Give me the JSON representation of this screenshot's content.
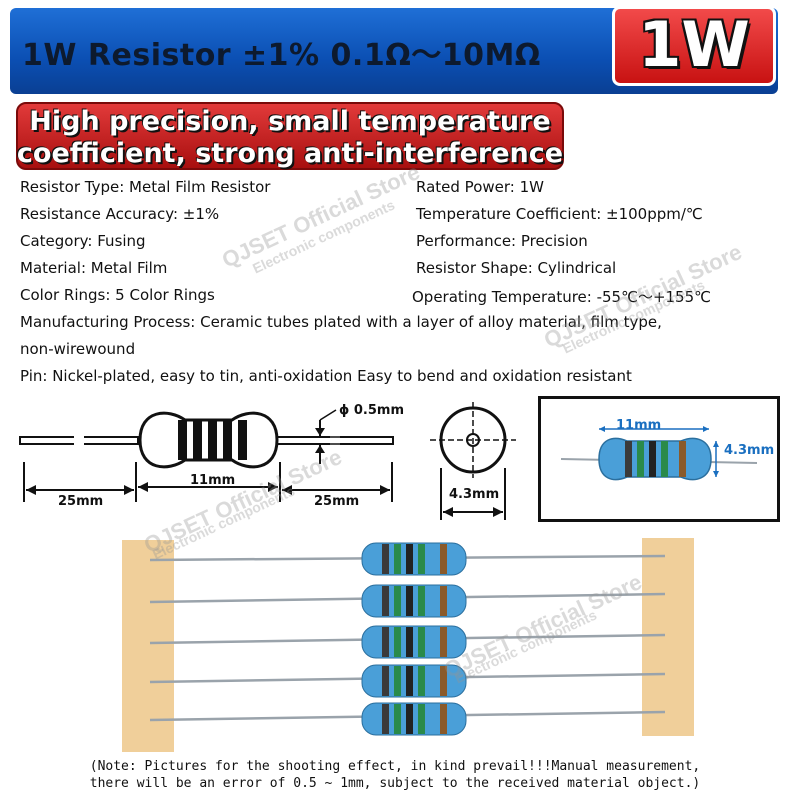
{
  "header": {
    "title": "1W Resistor ±1% 0.1Ω～10MΩ",
    "badge": "1W"
  },
  "feature": {
    "line1": "High precision, small temperature",
    "line2": "coefficient, strong anti-interference"
  },
  "specs": {
    "resistor_type": "Resistor Type: Metal Film Resistor",
    "rated_power": "Rated Power: 1W",
    "accuracy": "Resistance Accuracy: ±1%",
    "temp_coeff": "Temperature Coefficient: ±100ppm/℃",
    "category": "Category: Fusing",
    "performance": "Performance: Precision",
    "material": "Material: Metal Film",
    "shape": "Resistor Shape: Cylindrical",
    "color_rings": "Color Rings: 5 Color Rings",
    "operating_temp": "Operating Temperature: -55℃～+155℃",
    "process_line1": "Manufacturing Process: Ceramic tubes plated with a layer of alloy material, film type,",
    "process_line2": "non-wirewound",
    "pin": "Pin: Nickel-plated, easy to tin, anti-oxidation Easy to bend and oxidation resistant"
  },
  "diagram": {
    "phi": "ϕ 0.5mm",
    "body_len": "11mm",
    "lead_left": "25mm",
    "lead_right": "25mm",
    "diameter": "4.3mm",
    "photo_len": "11mm",
    "photo_dia": "4.3mm"
  },
  "watermark": {
    "brand": "QJSET Official Store",
    "sub": "Electronic components"
  },
  "note": {
    "line1": "(Note: Pictures for the shooting effect, in kind prevail!!!Manual measurement,",
    "line2": "there will be an error of 0.5 ~ 1mm, subject to the received material object.)"
  },
  "colors": {
    "banner_blue": "#0b4fb3",
    "badge_red": "#c81212",
    "resistor_body": "#4a9fd8",
    "tape": "#f0cf9a"
  }
}
